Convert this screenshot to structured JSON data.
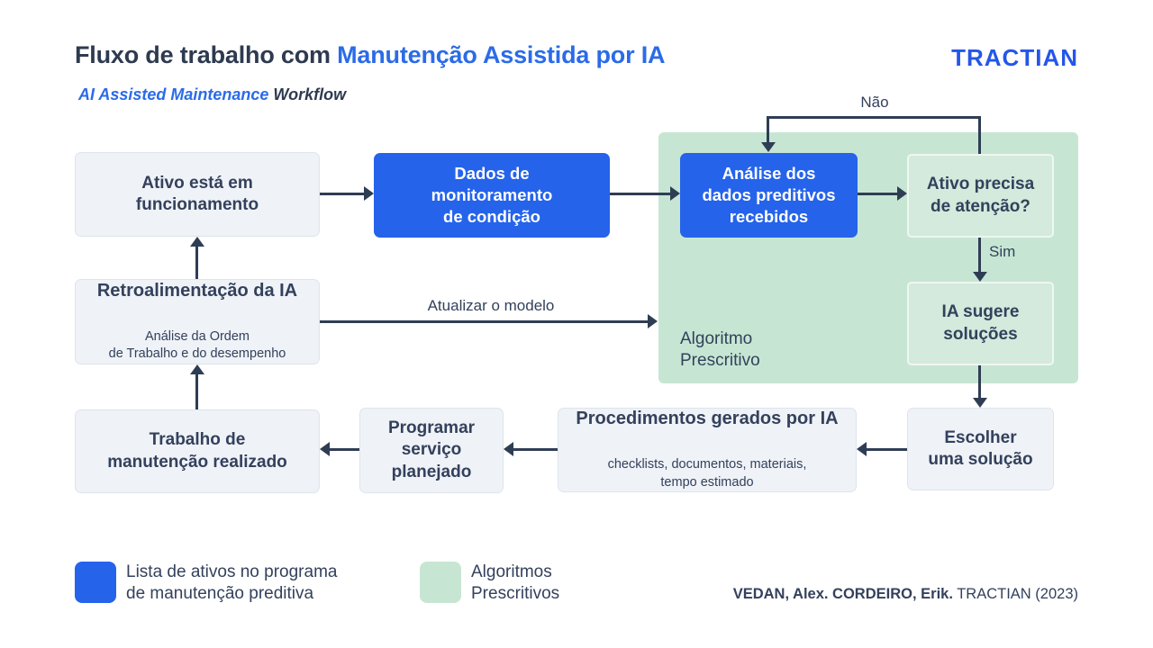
{
  "palette": {
    "accent_blue": "#2563EB",
    "mint_green": "#C6E6D3",
    "navy_text": "#33415C",
    "light_box": "#EFF2F7"
  },
  "header": {
    "title_dark": "Fluxo de trabalho com ",
    "title_blue": "Manutenção Assistida por IA",
    "subtitle_blue": "AI Assisted Maintenance ",
    "subtitle_dark": "Workflow",
    "logo": "TRACTIAN"
  },
  "diagram": {
    "nodes": {
      "ativo_funcionamento": "Ativo está em\nfuncionamento",
      "dados_monitoramento": "Dados de\nmonitoramento\nde condição",
      "analise_dados": "Análise dos\ndados preditivos\nrecebidos",
      "ativo_precisa": "Ativo precisa\nde atenção?",
      "ia_sugere": "IA sugere\nsoluções",
      "escolher_solucao": "Escolher\numa solução",
      "procedimentos_title": "Procedimentos gerados por IA",
      "procedimentos_sub": "checklists, documentos, materiais,\ntempo estimado",
      "programar_servico": "Programar\nserviço\nplanejado",
      "trabalho_realizado": "Trabalho de\nmanutenção realizado",
      "retroalimentacao_title": "Retroalimentação da IA",
      "retroalimentacao_sub": "Análise da Ordem\nde Trabalho e do desempenho"
    },
    "edge_labels": {
      "nao": "Não",
      "sim": "Sim",
      "atualizar_modelo": "Atualizar o modelo"
    },
    "region_label": "Algoritmo\nPrescritivo"
  },
  "legend": {
    "items": [
      {
        "color": "#2563EB",
        "label": "Lista de ativos no programa\nde manutenção preditiva"
      },
      {
        "color": "#C6E6D3",
        "label": "Algoritmos\nPrescritivos"
      }
    ]
  },
  "footer": {
    "credit_bold": "VEDAN, Alex. CORDEIRO, Erik.",
    "credit_regular": " TRACTIAN (2023)"
  }
}
